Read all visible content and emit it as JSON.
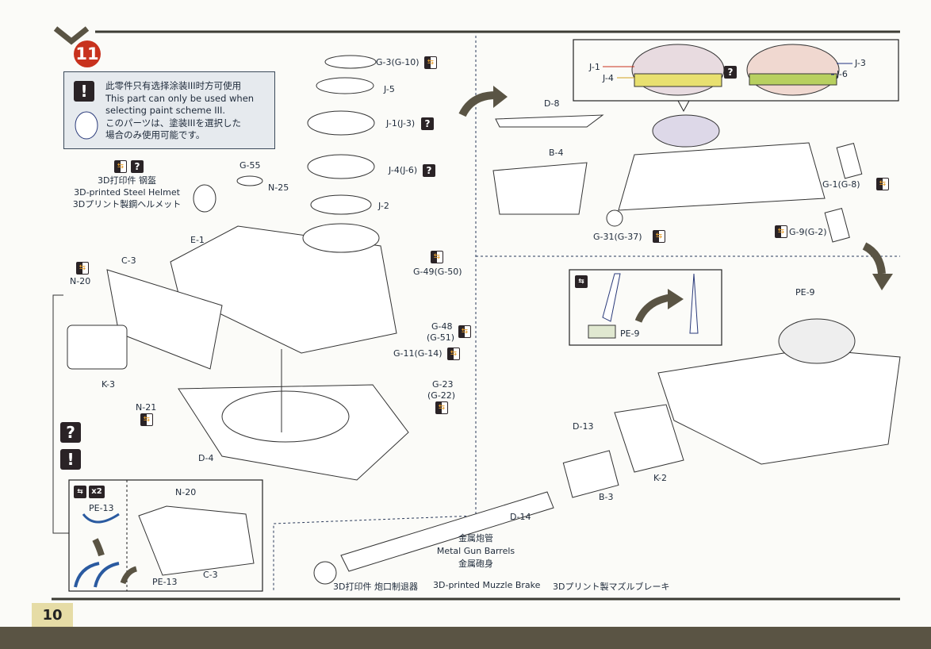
{
  "page": {
    "number": "10",
    "step": "11"
  },
  "warning": {
    "zh": "此零件只有选择涂装III时方可使用",
    "en_line1": "This part can only be used when",
    "en_line2": "selecting paint scheme III.",
    "ja_line1": "このパーツは、塗装IIIを選択した",
    "ja_line2": "場合のみ使用可能です。"
  },
  "helmet": {
    "zh": "3D打印件 钢盔",
    "en": "3D-printed Steel Helmet",
    "ja": "3Dプリント製鋼ヘルメット"
  },
  "icons": {
    "question": "?",
    "exclaim": "!",
    "x2": "x2",
    "swap": "⇆"
  },
  "left_parts": {
    "g55": "G-55",
    "n25": "N-25",
    "e1": "E-1",
    "c3": "C-3",
    "n20": "N-20",
    "k3": "K-3",
    "n21": "N-21",
    "d4": "D-4",
    "g3": "G-3(G-10)",
    "j5": "J-5",
    "j1": "J-1(J-3)",
    "j4": "J-4(J-6)",
    "j2": "J-2",
    "g49": "G-49(G-50)",
    "g48a": "G-48",
    "g48b": "(G-51)",
    "g11": "G-11(G-14)",
    "g23a": "G-23",
    "g23b": "(G-22)"
  },
  "sub_box": {
    "pe13_top": "PE-13",
    "n20": "N-20",
    "pe13_bottom": "PE-13",
    "c3": "C-3"
  },
  "top_right": {
    "inset": {
      "j1": "J-1",
      "j4": "J-4",
      "j3": "J-3",
      "j6": "J-6"
    },
    "d8": "D-8",
    "b4": "B-4",
    "g1": "G-1(G-8)",
    "g31": "G-31(G-37)",
    "g9": "G-9(G-2)"
  },
  "bottom_right": {
    "pe9_top": "PE-9",
    "pe9_box": "PE-9",
    "d13": "D-13",
    "k2": "K-2",
    "b3": "B-3",
    "d14": "D-14"
  },
  "barrel": {
    "zh": "金属炮管",
    "en": "Metal Gun Barrels",
    "ja": "金属砲身"
  },
  "muzzle": {
    "zh": "3D打印件  炮口制退器",
    "en": "3D-printed Muzzle Brake",
    "ja": "3Dプリント製マズルブレーキ"
  },
  "colors": {
    "olive": "#5a5444",
    "accent_red": "#c8321e",
    "page_tab": "#e6dca6"
  }
}
